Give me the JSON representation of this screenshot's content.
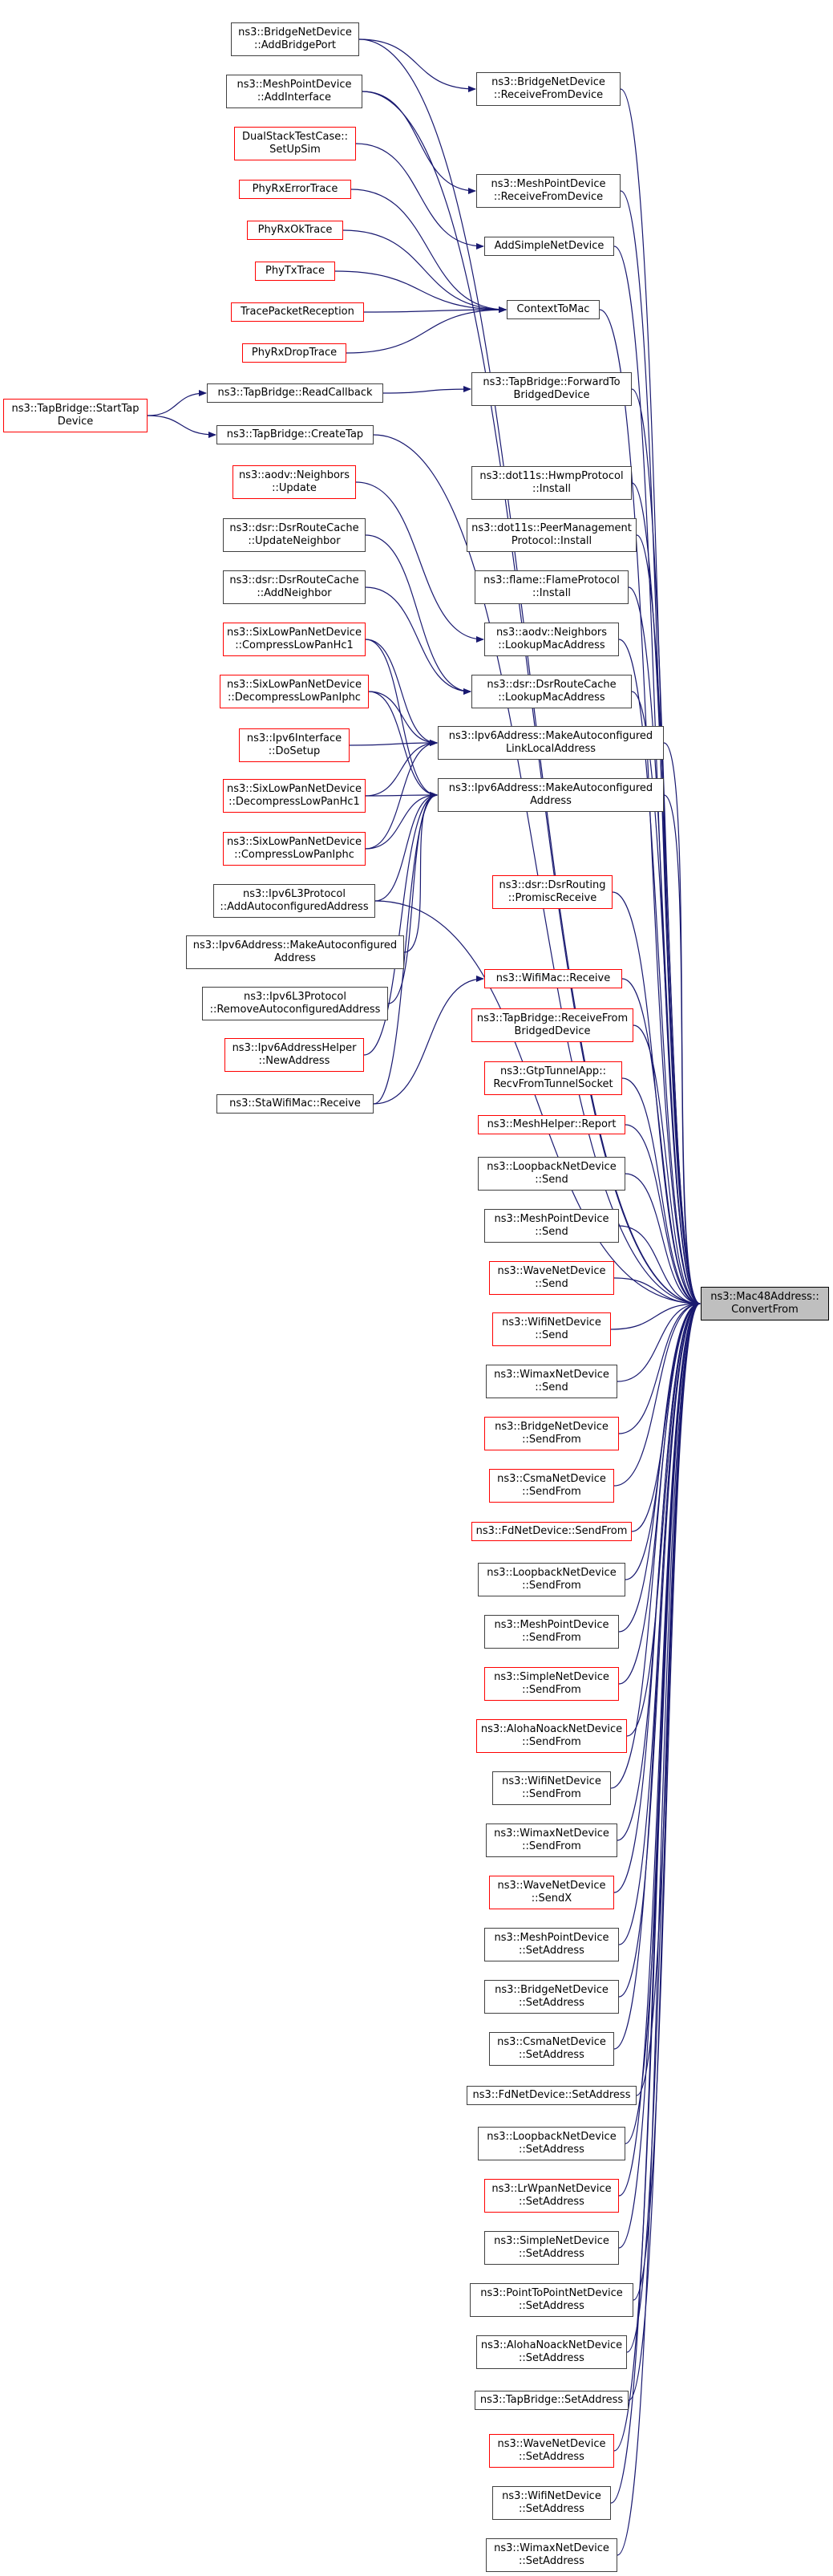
{
  "graph": {
    "title": "ns3::Mac48Address::ConvertFrom call graph",
    "edge_color": "#191970",
    "legend_colors": {
      "root_fill": "#bfbfbf",
      "truncated_border": "#ff0000",
      "normal_border": "#404040"
    },
    "root": {
      "label": "ns3::Mac48Address::\nConvertFrom"
    },
    "nodes": [
      {
        "id": "add_bridge_port",
        "label": "ns3::BridgeNetDevice\n::AddBridgePort",
        "truncated": false
      },
      {
        "id": "bridge_receive",
        "label": "ns3::BridgeNetDevice\n::ReceiveFromDevice",
        "truncated": false
      },
      {
        "id": "mesh_add_iface",
        "label": "ns3::MeshPointDevice\n::AddInterface",
        "truncated": false
      },
      {
        "id": "dualstack",
        "label": "DualStackTestCase::\nSetUpSim",
        "truncated": true
      },
      {
        "id": "mesh_receive",
        "label": "ns3::MeshPointDevice\n::ReceiveFromDevice",
        "truncated": false
      },
      {
        "id": "phy_rx_error",
        "label": "PhyRxErrorTrace",
        "truncated": true
      },
      {
        "id": "add_simple",
        "label": "AddSimpleNetDevice",
        "truncated": false
      },
      {
        "id": "phy_rx_ok",
        "label": "PhyRxOkTrace",
        "truncated": true
      },
      {
        "id": "phy_tx",
        "label": "PhyTxTrace",
        "truncated": true
      },
      {
        "id": "context_to_mac",
        "label": "ContextToMac",
        "truncated": false
      },
      {
        "id": "trace_packet",
        "label": "TracePacketReception",
        "truncated": true
      },
      {
        "id": "phy_rx_drop",
        "label": "PhyRxDropTrace",
        "truncated": true
      },
      {
        "id": "start_tap",
        "label": "ns3::TapBridge::StartTap\nDevice",
        "truncated": true
      },
      {
        "id": "read_callback",
        "label": "ns3::TapBridge::ReadCallback",
        "truncated": false
      },
      {
        "id": "forward_to_bridged",
        "label": "ns3::TapBridge::ForwardTo\nBridgedDevice",
        "truncated": false
      },
      {
        "id": "create_tap",
        "label": "ns3::TapBridge::CreateTap",
        "truncated": false
      },
      {
        "id": "hwmp_install",
        "label": "ns3::dot11s::HwmpProtocol\n::Install",
        "truncated": false
      },
      {
        "id": "aodv_update",
        "label": "ns3::aodv::Neighbors\n::Update",
        "truncated": true
      },
      {
        "id": "peer_mgmt_install",
        "label": "ns3::dot11s::PeerManagement\nProtocol::Install",
        "truncated": false
      },
      {
        "id": "dsr_update_neighbor",
        "label": "ns3::dsr::DsrRouteCache\n::UpdateNeighbor",
        "truncated": false
      },
      {
        "id": "flame_install",
        "label": "ns3::flame::FlameProtocol\n::Install",
        "truncated": false
      },
      {
        "id": "dsr_add_neighbor",
        "label": "ns3::dsr::DsrRouteCache\n::AddNeighbor",
        "truncated": false
      },
      {
        "id": "aodv_lookup",
        "label": "ns3::aodv::Neighbors\n::LookupMacAddress",
        "truncated": false
      },
      {
        "id": "compress_hc1",
        "label": "ns3::SixLowPanNetDevice\n::CompressLowPanHc1",
        "truncated": true
      },
      {
        "id": "dsr_lookup",
        "label": "ns3::dsr::DsrRouteCache\n::LookupMacAddress",
        "truncated": false
      },
      {
        "id": "decompress_iphc",
        "label": "ns3::SixLowPanNetDevice\n::DecompressLowPanIphc",
        "truncated": true
      },
      {
        "id": "ipv6_make_linklocal",
        "label": "ns3::Ipv6Address::MakeAutoconfigured\nLinkLocalAddress",
        "truncated": false
      },
      {
        "id": "ipv6_iface_dosetup",
        "label": "ns3::Ipv6Interface\n::DoSetup",
        "truncated": true
      },
      {
        "id": "decompress_hc1",
        "label": "ns3::SixLowPanNetDevice\n::DecompressLowPanHc1",
        "truncated": true
      },
      {
        "id": "ipv6_make_auto",
        "label": "ns3::Ipv6Address::MakeAutoconfigured\nAddress",
        "truncated": false
      },
      {
        "id": "compress_iphc",
        "label": "ns3::SixLowPanNetDevice\n::CompressLowPanIphc",
        "truncated": true
      },
      {
        "id": "dsr_promisc",
        "label": "ns3::dsr::DsrRouting\n::PromiscReceive",
        "truncated": true
      },
      {
        "id": "ipv6l3_add_auto",
        "label": "ns3::Ipv6L3Protocol\n::AddAutoconfiguredAddress",
        "truncated": false
      },
      {
        "id": "ipv6_make_auto2",
        "label": "ns3::Ipv6Address::MakeAutoconfigured\nAddress",
        "truncated": false
      },
      {
        "id": "wifimac_receive",
        "label": "ns3::WifiMac::Receive",
        "truncated": true
      },
      {
        "id": "ipv6l3_remove_auto",
        "label": "ns3::Ipv6L3Protocol\n::RemoveAutoconfiguredAddress",
        "truncated": false
      },
      {
        "id": "tap_receive_from_bridged",
        "label": "ns3::TapBridge::ReceiveFrom\nBridgedDevice",
        "truncated": true
      },
      {
        "id": "ipv6_helper_new",
        "label": "ns3::Ipv6AddressHelper\n::NewAddress",
        "truncated": true
      },
      {
        "id": "gtp_recv",
        "label": "ns3::GtpTunnelApp::\nRecvFromTunnelSocket",
        "truncated": true
      },
      {
        "id": "sta_receive",
        "label": "ns3::StaWifiMac::Receive",
        "truncated": false
      },
      {
        "id": "mesh_helper_report",
        "label": "ns3::MeshHelper::Report",
        "truncated": true
      },
      {
        "id": "loopback_send",
        "label": "ns3::LoopbackNetDevice\n::Send",
        "truncated": false
      },
      {
        "id": "mesh_send",
        "label": "ns3::MeshPointDevice\n::Send",
        "truncated": false
      },
      {
        "id": "wave_send",
        "label": "ns3::WaveNetDevice\n::Send",
        "truncated": true
      },
      {
        "id": "wifi_send",
        "label": "ns3::WifiNetDevice\n::Send",
        "truncated": true
      },
      {
        "id": "wimax_send",
        "label": "ns3::WimaxNetDevice\n::Send",
        "truncated": false
      },
      {
        "id": "bridge_sendfrom",
        "label": "ns3::BridgeNetDevice\n::SendFrom",
        "truncated": true
      },
      {
        "id": "csma_sendfrom",
        "label": "ns3::CsmaNetDevice\n::SendFrom",
        "truncated": true
      },
      {
        "id": "fd_sendfrom",
        "label": "ns3::FdNetDevice::SendFrom",
        "truncated": true
      },
      {
        "id": "loopback_sendfrom",
        "label": "ns3::LoopbackNetDevice\n::SendFrom",
        "truncated": false
      },
      {
        "id": "mesh_sendfrom",
        "label": "ns3::MeshPointDevice\n::SendFrom",
        "truncated": false
      },
      {
        "id": "simple_sendfrom",
        "label": "ns3::SimpleNetDevice\n::SendFrom",
        "truncated": true
      },
      {
        "id": "aloha_sendfrom",
        "label": "ns3::AlohaNoackNetDevice\n::SendFrom",
        "truncated": true
      },
      {
        "id": "wifi_sendfrom",
        "label": "ns3::WifiNetDevice\n::SendFrom",
        "truncated": false
      },
      {
        "id": "wimax_sendfrom",
        "label": "ns3::WimaxNetDevice\n::SendFrom",
        "truncated": false
      },
      {
        "id": "wave_sendx",
        "label": "ns3::WaveNetDevice\n::SendX",
        "truncated": true
      },
      {
        "id": "mesh_setaddr",
        "label": "ns3::MeshPointDevice\n::SetAddress",
        "truncated": false
      },
      {
        "id": "bridge_setaddr",
        "label": "ns3::BridgeNetDevice\n::SetAddress",
        "truncated": false
      },
      {
        "id": "csma_setaddr",
        "label": "ns3::CsmaNetDevice\n::SetAddress",
        "truncated": false
      },
      {
        "id": "fd_setaddr",
        "label": "ns3::FdNetDevice::SetAddress",
        "truncated": false
      },
      {
        "id": "loopback_setaddr",
        "label": "ns3::LoopbackNetDevice\n::SetAddress",
        "truncated": false
      },
      {
        "id": "lrwpan_setaddr",
        "label": "ns3::LrWpanNetDevice\n::SetAddress",
        "truncated": true
      },
      {
        "id": "simple_setaddr",
        "label": "ns3::SimpleNetDevice\n::SetAddress",
        "truncated": false
      },
      {
        "id": "p2p_setaddr",
        "label": "ns3::PointToPointNetDevice\n::SetAddress",
        "truncated": false
      },
      {
        "id": "aloha_setaddr",
        "label": "ns3::AlohaNoackNetDevice\n::SetAddress",
        "truncated": false
      },
      {
        "id": "tap_setaddr",
        "label": "ns3::TapBridge::SetAddress",
        "truncated": false
      },
      {
        "id": "wave_setaddr",
        "label": "ns3::WaveNetDevice\n::SetAddress",
        "truncated": true
      },
      {
        "id": "wifi_setaddr",
        "label": "ns3::WifiNetDevice\n::SetAddress",
        "truncated": false
      },
      {
        "id": "wimax_setaddr",
        "label": "ns3::WimaxNetDevice\n::SetAddress",
        "truncated": false
      }
    ],
    "edges": [
      [
        "add_bridge_port",
        "bridge_receive"
      ],
      [
        "add_bridge_port",
        "root"
      ],
      [
        "bridge_receive",
        "root"
      ],
      [
        "mesh_add_iface",
        "mesh_receive"
      ],
      [
        "mesh_add_iface",
        "root"
      ],
      [
        "mesh_receive",
        "root"
      ],
      [
        "dualstack",
        "add_simple"
      ],
      [
        "add_simple",
        "root"
      ],
      [
        "phy_rx_error",
        "context_to_mac"
      ],
      [
        "phy_rx_ok",
        "context_to_mac"
      ],
      [
        "phy_tx",
        "context_to_mac"
      ],
      [
        "trace_packet",
        "context_to_mac"
      ],
      [
        "phy_rx_drop",
        "context_to_mac"
      ],
      [
        "context_to_mac",
        "root"
      ],
      [
        "start_tap",
        "read_callback"
      ],
      [
        "start_tap",
        "create_tap"
      ],
      [
        "read_callback",
        "forward_to_bridged"
      ],
      [
        "forward_to_bridged",
        "root"
      ],
      [
        "create_tap",
        "root"
      ],
      [
        "hwmp_install",
        "root"
      ],
      [
        "peer_mgmt_install",
        "root"
      ],
      [
        "flame_install",
        "root"
      ],
      [
        "aodv_update",
        "aodv_lookup"
      ],
      [
        "aodv_lookup",
        "root"
      ],
      [
        "dsr_update_neighbor",
        "dsr_lookup"
      ],
      [
        "dsr_add_neighbor",
        "dsr_lookup"
      ],
      [
        "dsr_lookup",
        "root"
      ],
      [
        "compress_hc1",
        "ipv6_make_linklocal"
      ],
      [
        "decompress_iphc",
        "ipv6_make_linklocal"
      ],
      [
        "ipv6_iface_dosetup",
        "ipv6_make_linklocal"
      ],
      [
        "decompress_hc1",
        "ipv6_make_linklocal"
      ],
      [
        "compress_iphc",
        "ipv6_make_linklocal"
      ],
      [
        "compress_hc1",
        "ipv6_make_auto"
      ],
      [
        "decompress_iphc",
        "ipv6_make_auto"
      ],
      [
        "decompress_hc1",
        "ipv6_make_auto"
      ],
      [
        "compress_iphc",
        "ipv6_make_auto"
      ],
      [
        "ipv6l3_add_auto",
        "ipv6_make_auto"
      ],
      [
        "ipv6_make_auto2",
        "ipv6_make_auto"
      ],
      [
        "ipv6l3_remove_auto",
        "ipv6_make_auto"
      ],
      [
        "ipv6_helper_new",
        "ipv6_make_auto"
      ],
      [
        "sta_receive",
        "ipv6_make_auto"
      ],
      [
        "ipv6_make_linklocal",
        "root"
      ],
      [
        "ipv6_make_auto",
        "root"
      ],
      [
        "dsr_promisc",
        "root"
      ],
      [
        "ipv6l3_add_auto",
        "root"
      ],
      [
        "sta_receive",
        "wifimac_receive"
      ],
      [
        "wifimac_receive",
        "root"
      ],
      [
        "tap_receive_from_bridged",
        "root"
      ],
      [
        "gtp_recv",
        "root"
      ],
      [
        "mesh_helper_report",
        "root"
      ],
      [
        "loopback_send",
        "root"
      ],
      [
        "mesh_send",
        "root"
      ],
      [
        "wave_send",
        "root"
      ],
      [
        "wifi_send",
        "root"
      ],
      [
        "wimax_send",
        "root"
      ],
      [
        "bridge_sendfrom",
        "root"
      ],
      [
        "csma_sendfrom",
        "root"
      ],
      [
        "fd_sendfrom",
        "root"
      ],
      [
        "loopback_sendfrom",
        "root"
      ],
      [
        "mesh_sendfrom",
        "root"
      ],
      [
        "simple_sendfrom",
        "root"
      ],
      [
        "aloha_sendfrom",
        "root"
      ],
      [
        "wifi_sendfrom",
        "root"
      ],
      [
        "wimax_sendfrom",
        "root"
      ],
      [
        "wave_sendx",
        "root"
      ],
      [
        "mesh_setaddr",
        "root"
      ],
      [
        "bridge_setaddr",
        "root"
      ],
      [
        "csma_setaddr",
        "root"
      ],
      [
        "fd_setaddr",
        "root"
      ],
      [
        "loopback_setaddr",
        "root"
      ],
      [
        "lrwpan_setaddr",
        "root"
      ],
      [
        "simple_setaddr",
        "root"
      ],
      [
        "p2p_setaddr",
        "root"
      ],
      [
        "aloha_setaddr",
        "root"
      ],
      [
        "tap_setaddr",
        "root"
      ],
      [
        "wave_setaddr",
        "root"
      ],
      [
        "wifi_setaddr",
        "root"
      ],
      [
        "wimax_setaddr",
        "root"
      ]
    ]
  }
}
